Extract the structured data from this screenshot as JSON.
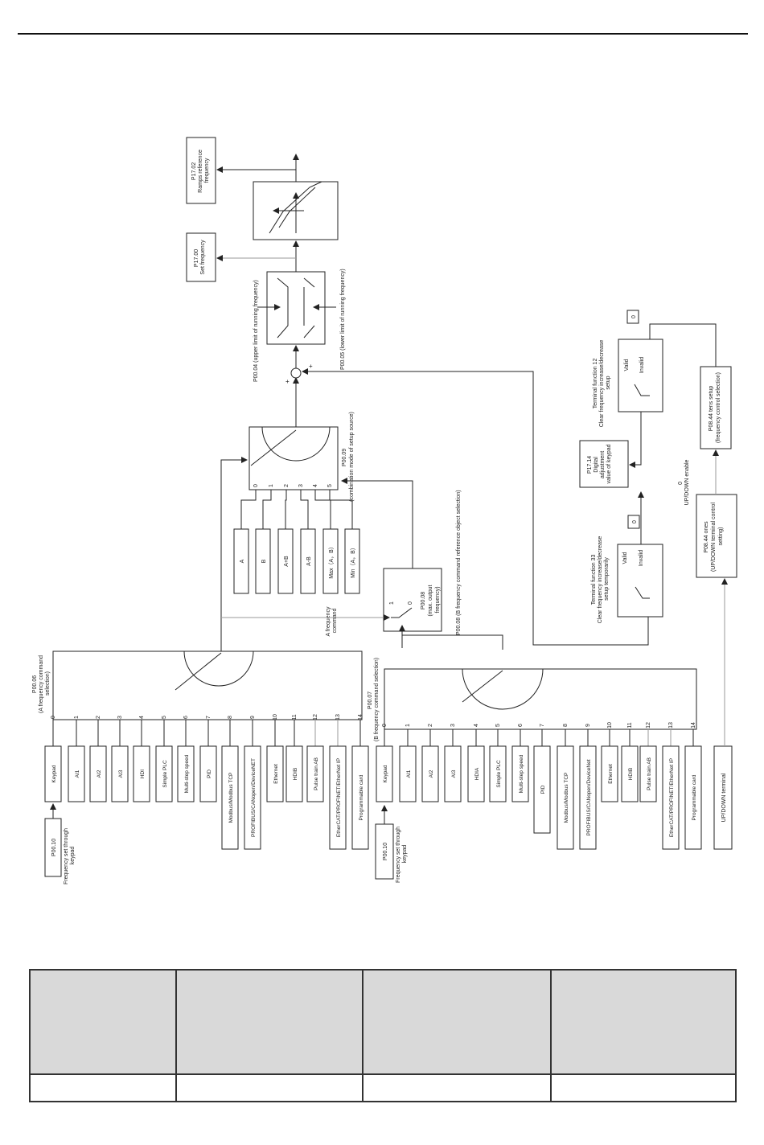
{
  "top_rule": true,
  "output": {
    "ramp_ref": [
      "P17.02",
      "Ramps reference",
      "frequency"
    ],
    "set_freq": [
      "P17.00",
      "Set frequency"
    ],
    "upper_limit": "P00.04 (upper limit of running frequency)",
    "lower_limit": "P00.05 (lower limit of running frequency)",
    "sum_plus": "+"
  },
  "combination": {
    "label": [
      "P00.09",
      "(combination mode of setup source)"
    ],
    "ports": [
      "0",
      "1",
      "2",
      "3",
      "4",
      "5"
    ],
    "modes": [
      "A",
      "B",
      "A+B",
      "A-B",
      "Max（A，B）",
      "Min（A，B）"
    ]
  },
  "reference_selector": {
    "param": "P00.08",
    "desc": [
      "(max. output",
      "frequency)"
    ],
    "positions": [
      "1",
      "0"
    ],
    "title": "P00.08 (B frequency command reference object selection)",
    "a_cmd": [
      "A frequency",
      "command"
    ]
  },
  "a_source": {
    "label": [
      "P00.06",
      "(A frequency command",
      "selection)"
    ],
    "indices": [
      "0",
      "1",
      "2",
      "3",
      "4",
      "5",
      "6",
      "7",
      "8",
      "9",
      "10",
      "11",
      "12",
      "13",
      "14"
    ],
    "items": [
      "Keypad",
      "AI1",
      "AI2",
      "AI3",
      "HDI",
      "Simple PLC",
      "Multi-step speed",
      "PID",
      "Modbus/Modbus TCP",
      "PROFIBUS/CANopen/DeviceNET",
      "Ethernet",
      "HDIB",
      "Pulse train AB",
      "EtherCAT/PROFINET/EtherNet IP",
      "Programmable card"
    ],
    "keypad_param": "P00.10",
    "keypad_caption": [
      "Frequency set through",
      "keypad"
    ]
  },
  "b_source": {
    "label": [
      "P00.07",
      "(B frequency command selection)"
    ],
    "indices": [
      "0",
      "1",
      "2",
      "3",
      "4",
      "5",
      "6",
      "7",
      "8",
      "9",
      "10",
      "11",
      "12",
      "13",
      "14"
    ],
    "items": [
      "Keypad",
      "AI1",
      "AI2",
      "AI3",
      "HDIA",
      "Simple PLC",
      "Multi-step speed",
      "PID",
      "Modbus/Modbus TCP",
      "PROFIBUS/CANopen/DeviceNet",
      "Ethernet",
      "HDIB",
      "Pulse train AB",
      "EtherCAT/PROFINET/EtherNet IP",
      "Programmable card"
    ],
    "keypad_param": "P00.10",
    "keypad_caption": [
      "Frequency set through",
      "keypad"
    ]
  },
  "updown": {
    "terminal": "UP/DOWN terminal",
    "ones": [
      "P08.44 ones",
      "(UP/DOWN terminal control",
      "setting)"
    ],
    "tens": [
      "P08.44 tens setup",
      "(frequency control selection)"
    ],
    "enable": [
      "0",
      "UP/DOWN enable"
    ],
    "digital": [
      "P17.14",
      "Digital",
      "adjustment",
      "value of keypad"
    ],
    "sw33": {
      "valid": "Valid",
      "invalid": "Invalid",
      "zero": "0",
      "caption": [
        "Terminal function 33",
        "Clear frequency increase/decrease",
        "setup temporarily"
      ]
    },
    "sw12": {
      "valid": "Valid",
      "invalid": "Invalid",
      "zero": "0",
      "caption": [
        "Terminal function 12",
        "Clear frequency increase/decrease",
        "setup"
      ]
    }
  },
  "table": {
    "header_cells": 4,
    "row_cells": 4
  }
}
